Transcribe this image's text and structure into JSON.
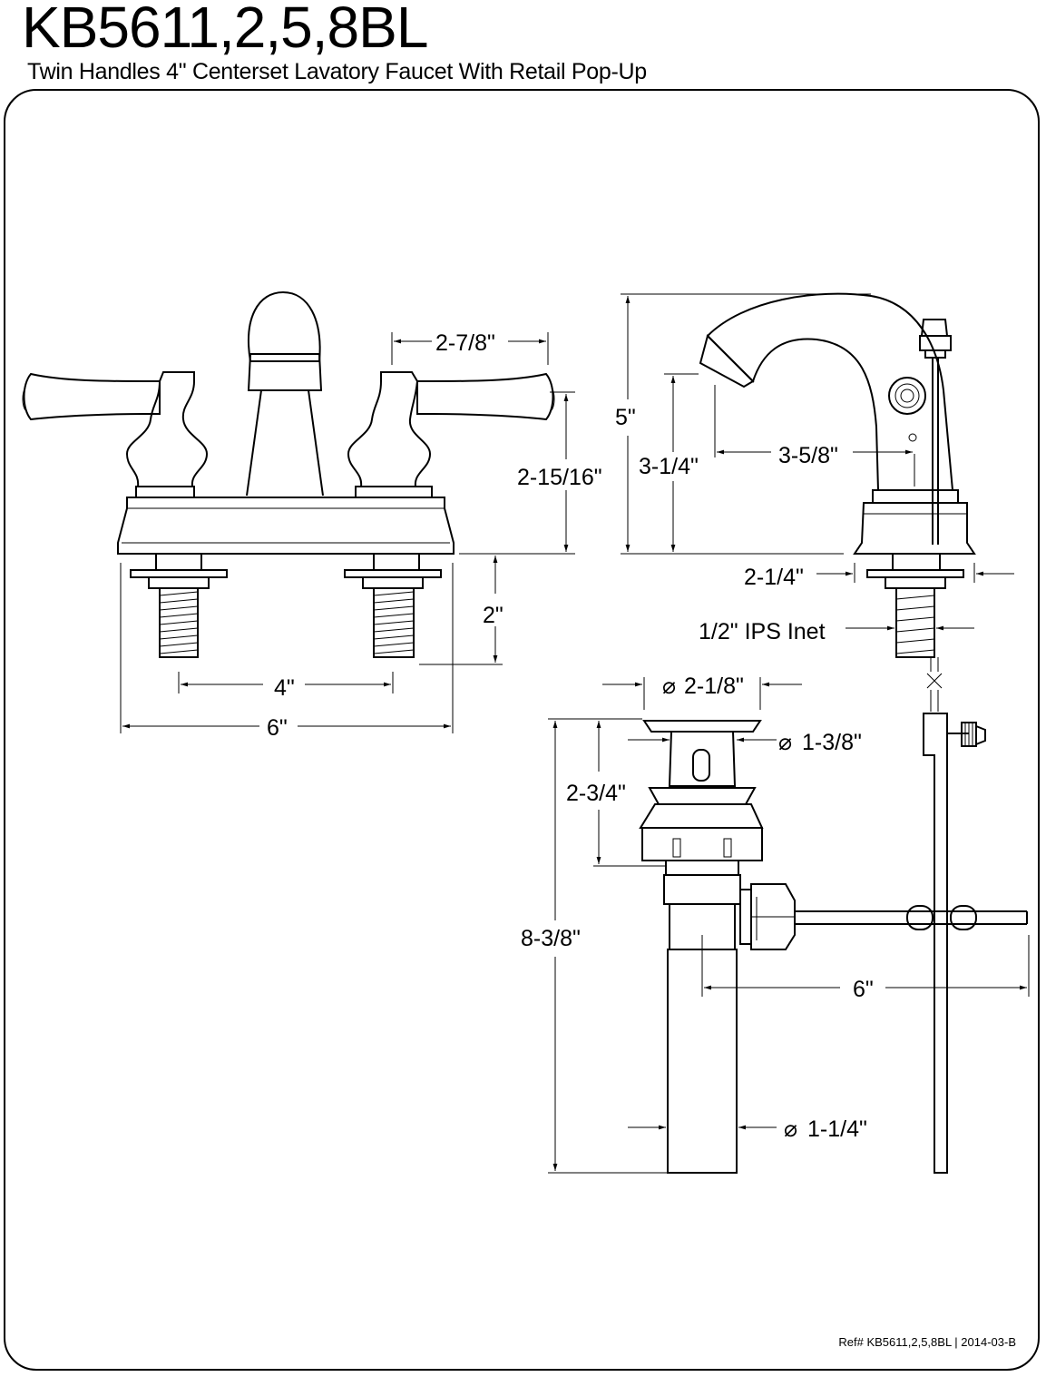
{
  "header": {
    "model": "KB5611,2,5,8BL",
    "description": "Twin Handles 4\" Centerset Lavatory Faucet With Retail Pop-Up"
  },
  "dimensions": {
    "handle_width": "2-7/8\"",
    "handle_height": "2-15/16\"",
    "shank_length": "2\"",
    "center_spacing": "4\"",
    "overall_width": "6\"",
    "overall_height": "5\"",
    "spout_height": "3-1/4\"",
    "spout_reach": "3-5/8\"",
    "base_depth": "2-1/4\"",
    "inlet": "1/2\" IPS Inet",
    "drain_flange_dia": "2-1/8\"",
    "drain_body_dia": "1-3/8\"",
    "drain_top_height": "2-3/4\"",
    "drain_total_height": "8-3/8\"",
    "lift_rod_length": "6\"",
    "tailpiece_dia": "1-1/4\""
  },
  "symbols": {
    "diameter": "⌀"
  },
  "footer": {
    "reference": "Ref# KB5611,2,5,8BL | 2014-03-B"
  }
}
